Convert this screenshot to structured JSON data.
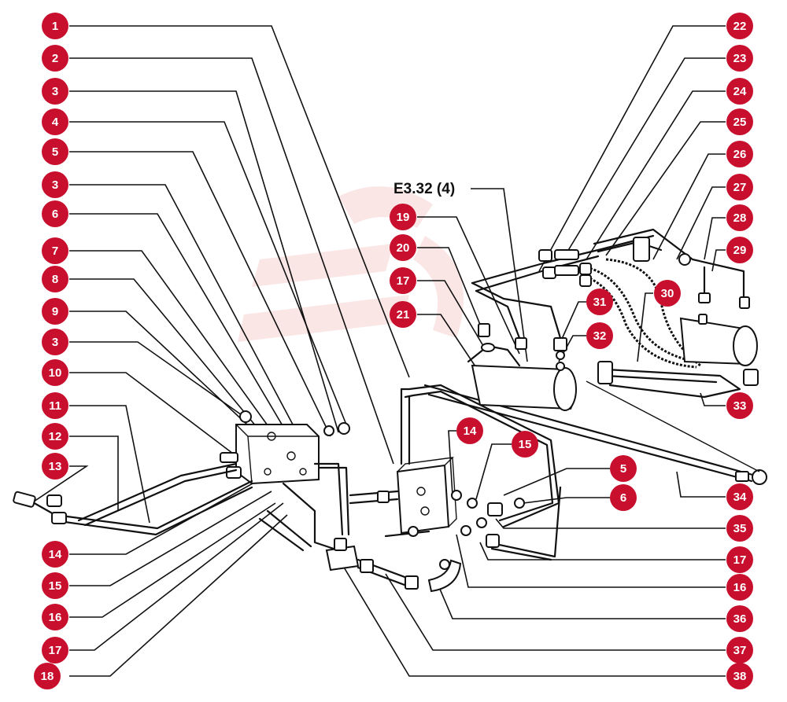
{
  "diagram": {
    "reference_label": "E3.32 (4)",
    "accent_color": "#c8102e",
    "callouts_left": [
      "1",
      "2",
      "3",
      "4",
      "5",
      "3",
      "6",
      "7",
      "8",
      "9",
      "3",
      "10",
      "11",
      "12",
      "13",
      "14",
      "15",
      "16",
      "17",
      "18"
    ],
    "callouts_right": [
      "22",
      "23",
      "24",
      "25",
      "26",
      "27",
      "28",
      "29",
      "30",
      "33",
      "34",
      "35",
      "17",
      "16",
      "36",
      "37",
      "38"
    ],
    "callouts_inline": [
      "19",
      "20",
      "17",
      "21",
      "31",
      "32",
      "14",
      "15",
      "5",
      "6"
    ]
  }
}
